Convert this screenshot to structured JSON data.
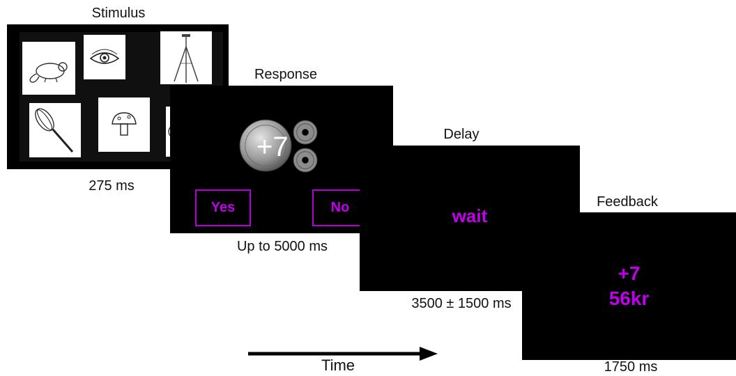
{
  "screens": {
    "stimulus": {
      "title": "Stimulus",
      "duration": "275 ms"
    },
    "response": {
      "title": "Response",
      "duration": "Up to 5000 ms",
      "reward": "+7",
      "yes": "Yes",
      "no": "No"
    },
    "delay": {
      "title": "Delay",
      "duration": "3500 ± 1500 ms",
      "text": "wait"
    },
    "feedback": {
      "title": "Feedback",
      "duration": "1750 ms",
      "gain": "+7",
      "total": "56kr"
    }
  },
  "timeline": {
    "label": "Time"
  },
  "stimulus_items": [
    "beaver",
    "eye",
    "tripod",
    "whisk",
    "mushroom",
    "partial-item"
  ],
  "colors": {
    "accent": "#c000e8",
    "screen": "#000000"
  }
}
